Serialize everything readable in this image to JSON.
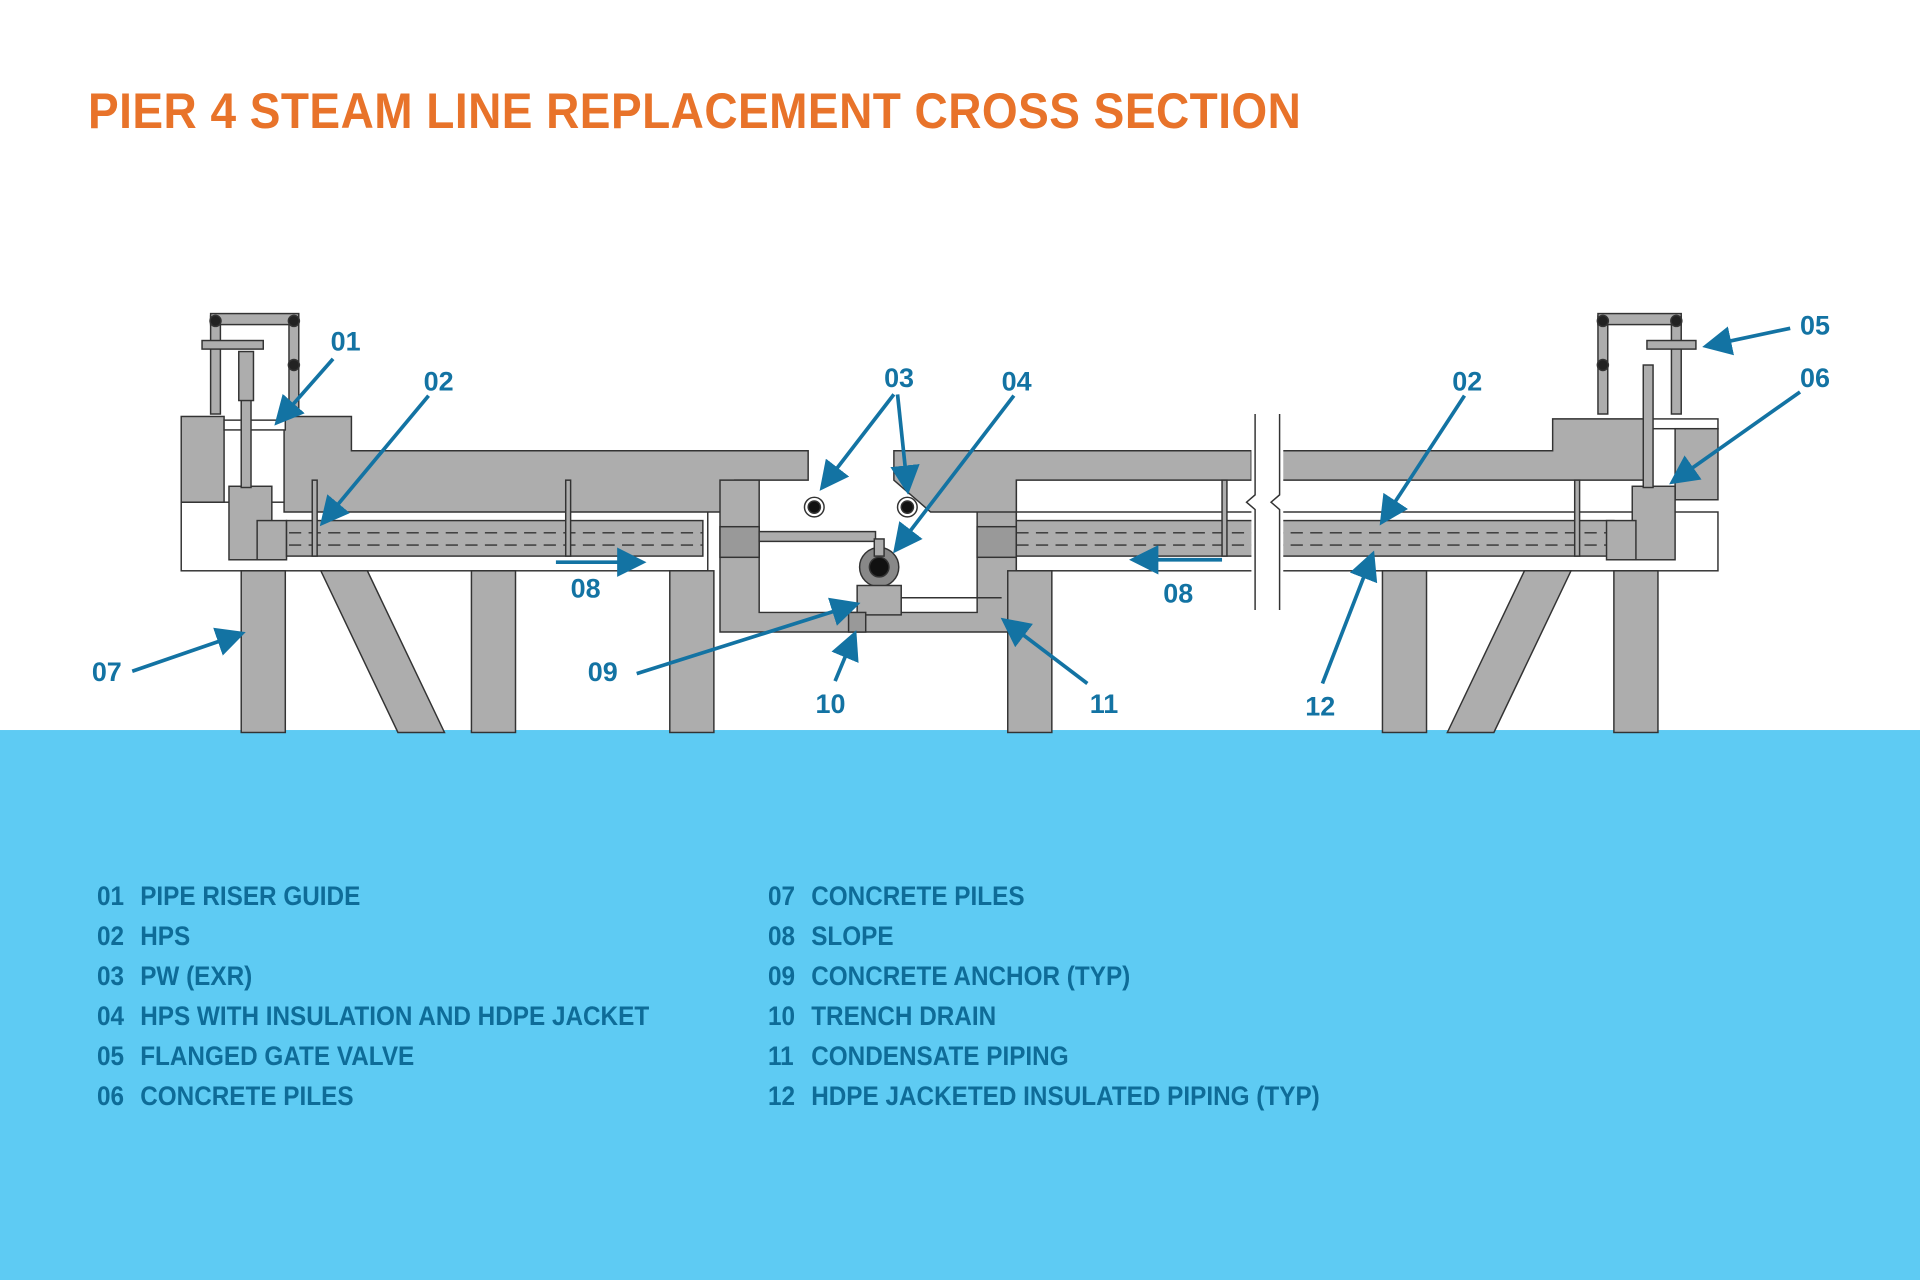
{
  "title": "PIER 4 STEAM LINE REPLACEMENT CROSS SECTION",
  "colors": {
    "title": "#e8732a",
    "callout": "#1373a3",
    "legend_text": "#0e6c98",
    "water": "#5ecbf3",
    "concrete": "#adadad",
    "outline": "#333333"
  },
  "callouts": [
    {
      "id": "01",
      "label": "01"
    },
    {
      "id": "02a",
      "label": "02"
    },
    {
      "id": "03",
      "label": "03"
    },
    {
      "id": "04",
      "label": "04"
    },
    {
      "id": "02b",
      "label": "02"
    },
    {
      "id": "05",
      "label": "05"
    },
    {
      "id": "06",
      "label": "06"
    },
    {
      "id": "07",
      "label": "07"
    },
    {
      "id": "08a",
      "label": "08"
    },
    {
      "id": "08b",
      "label": "08"
    },
    {
      "id": "09",
      "label": "09"
    },
    {
      "id": "10",
      "label": "10"
    },
    {
      "id": "11",
      "label": "11"
    },
    {
      "id": "12",
      "label": "12"
    }
  ],
  "legend": {
    "left": [
      {
        "num": "01",
        "text": "PIPE RISER GUIDE"
      },
      {
        "num": "02",
        "text": "HPS"
      },
      {
        "num": "03",
        "text": "PW (EXR)"
      },
      {
        "num": "04",
        "text": "HPS WITH INSULATION AND HDPE JACKET"
      },
      {
        "num": "05",
        "text": "FLANGED GATE VALVE"
      },
      {
        "num": "06",
        "text": "CONCRETE PILES"
      }
    ],
    "right": [
      {
        "num": "07",
        "text": "CONCRETE PILES"
      },
      {
        "num": "08",
        "text": "SLOPE"
      },
      {
        "num": "09",
        "text": "CONCRETE ANCHOR (TYP)"
      },
      {
        "num": "10",
        "text": "TRENCH DRAIN"
      },
      {
        "num": "11",
        "text": "CONDENSATE PIPING"
      },
      {
        "num": "12",
        "text": "HDPE JACKETED INSULATED PIPING (TYP)"
      }
    ]
  }
}
